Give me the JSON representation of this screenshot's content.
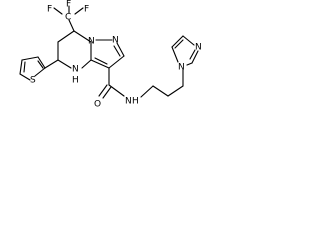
{
  "molecule": {
    "labels": {
      "f_top_left": "F",
      "f_top_mid": "F",
      "f_top_right": "F",
      "c_cf3": "C",
      "n_pyrazole_1": "N",
      "n_pyrazole_2": "N",
      "s_thiophene": "S",
      "n_h": "N",
      "h_nh": "H",
      "o_carbonyl": "O",
      "n_amide": "N",
      "h_amide": "H",
      "n_imid_1": "N",
      "n_imid_2": "N"
    },
    "colors": {
      "ink": "#000000",
      "background": "#ffffff"
    }
  }
}
